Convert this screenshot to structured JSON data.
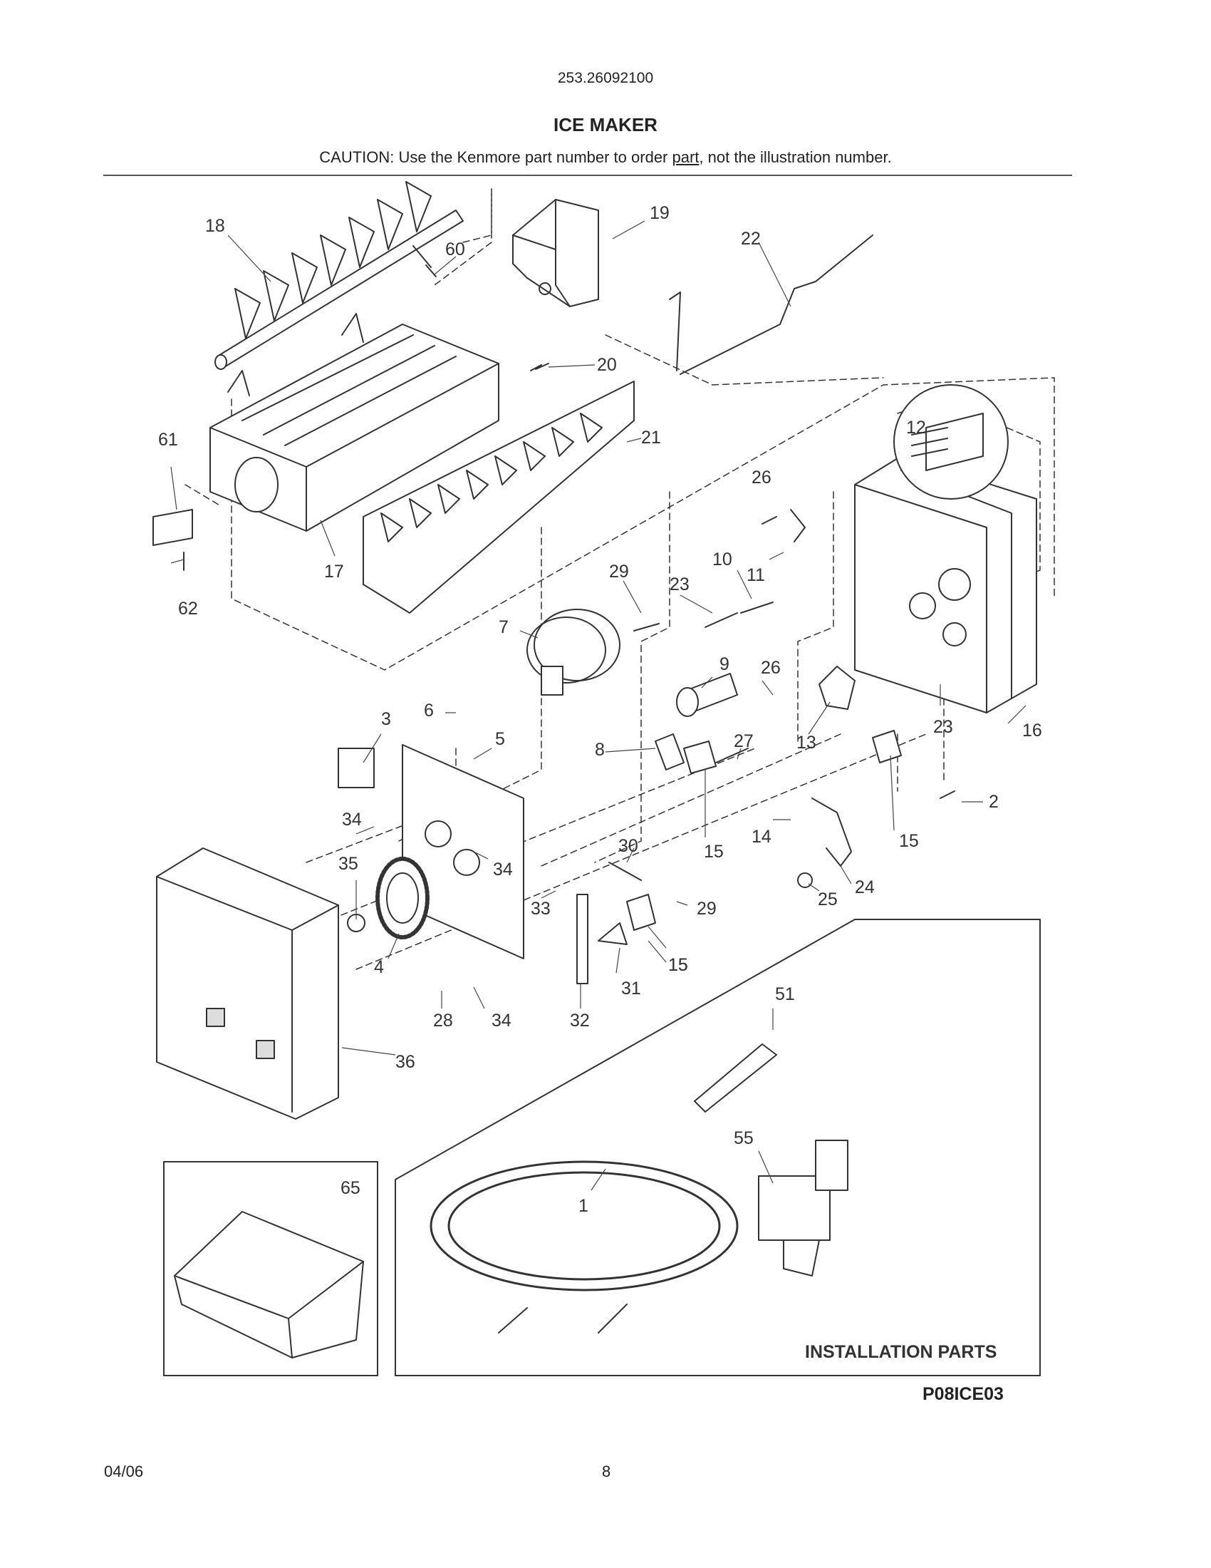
{
  "header": {
    "model_number": "253.26092100",
    "title": "ICE MAKER",
    "caution_prefix": "CAUTION: Use the Kenmore part number to order ",
    "caution_link": "part",
    "caution_suffix": ", not the illustration number."
  },
  "callouts": [
    "18",
    "60",
    "19",
    "22",
    "20",
    "61",
    "21",
    "12",
    "26",
    "62",
    "17",
    "29",
    "10",
    "11",
    "23",
    "7",
    "9",
    "26",
    "3",
    "6",
    "5",
    "8",
    "27",
    "13",
    "23",
    "16",
    "34",
    "2",
    "14",
    "15",
    "15",
    "30",
    "34",
    "35",
    "15",
    "24",
    "25",
    "33",
    "29",
    "4",
    "15",
    "31",
    "51",
    "28",
    "34",
    "32",
    "36",
    "55",
    "65",
    "1"
  ],
  "installation_label": "INSTALLATION PARTS",
  "drawing_code": "P08ICE03",
  "footer": {
    "date": "04/06",
    "page": "8"
  }
}
